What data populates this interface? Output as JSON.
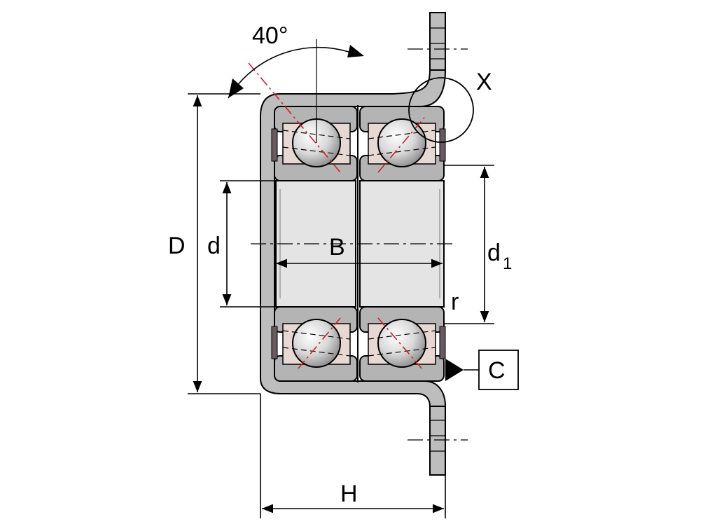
{
  "diagram": {
    "angle_label": "40°",
    "labels": {
      "D": "D",
      "d": "d",
      "B": "B",
      "d1_main": "d",
      "d1_sub": "1",
      "r": "r",
      "X": "X",
      "C": "C",
      "H": "H"
    },
    "colors": {
      "ring_fill": "#b4b4b4",
      "bore_fill": "#e4e4e4",
      "ball_fill": "#dcdcdc",
      "cage_fill": "#e8d8d4",
      "seal_fill": "#6a5a60",
      "centerline": "#d02020",
      "outline": "#000000"
    }
  }
}
